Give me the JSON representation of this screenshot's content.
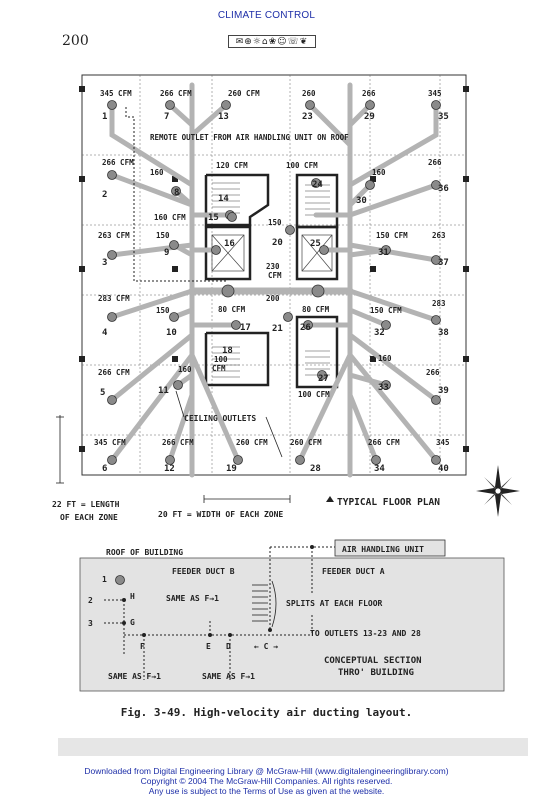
{
  "header": {
    "title": "CLIMATE CONTROL",
    "page_number": "200",
    "icons_strip": "✉⊕☼⌂❀☺☏❦"
  },
  "plan": {
    "remote_outlet": "REMOTE OUTLET FROM AIR HANDLING UNIT ON ROOF",
    "cfm_labels": [
      "345 CFM",
      "266 CFM",
      "260 CFM",
      "260",
      "266",
      "345",
      "266 CFM",
      "160",
      "120 CFM",
      "100 CFM",
      "160",
      "266",
      "160 CFM",
      "150",
      "263 CFM",
      "150",
      "230",
      "CFM",
      "150 CFM",
      "263",
      "283 CFM",
      "150",
      "80 CFM",
      "200",
      "80 CFM",
      "150 CFM",
      "283",
      "266 CFM",
      "160",
      "100",
      "CFM",
      "160",
      "266",
      "100 CFM",
      "345 CFM",
      "266 CFM",
      "260 CFM",
      "260 CFM",
      "266 CFM",
      "345"
    ],
    "outlet_numbers": [
      "1",
      "7",
      "13",
      "23",
      "29",
      "35",
      "2",
      "8",
      "14",
      "24",
      "30",
      "36",
      "15",
      "16",
      "20",
      "25",
      "3",
      "9",
      "31",
      "37",
      "4",
      "10",
      "17",
      "21",
      "26",
      "32",
      "38",
      "18",
      "5",
      "11",
      "27",
      "33",
      "39",
      "6",
      "12",
      "19",
      "28",
      "34",
      "40"
    ],
    "ceiling_outlets": "CEILING OUTLETS",
    "typical_floor_plan": "TYPICAL FLOOR PLAN",
    "zone_length": [
      "22 FT = LENGTH",
      "OF EACH ZONE"
    ],
    "zone_width": "20 FT = WIDTH OF EACH ZONE"
  },
  "section": {
    "roof_of_building": "ROOF OF BUILDING",
    "air_handling_unit": "AIR HANDLING UNIT",
    "feeder_duct_b": "FEEDER DUCT B",
    "feeder_duct_a": "FEEDER DUCT A",
    "same_as_f_1_top": "SAME AS F→1",
    "splits_at_each_floor": "SPLITS AT EACH FLOOR",
    "to_outlets": "TO OUTLETS 13-23 AND 28",
    "letters": [
      "1",
      "H",
      "2",
      "G",
      "3",
      "F",
      "E",
      "D",
      "← C →"
    ],
    "arrow2": "2",
    "arrow3": "3",
    "conceptual_section": [
      "CONCEPTUAL SECTION",
      "THRO' BUILDING"
    ],
    "same_as_left": "SAME AS F→1",
    "same_as_right": "SAME AS F→1"
  },
  "caption": "Fig. 3-49.  High-velocity air ducting layout.",
  "footer": {
    "line1": "Downloaded from Digital Engineering Library @ McGraw-Hill (www.digitalengineeringlibrary.com)",
    "line2": "Copyright © 2004 The McGraw-Hill Companies. All rights reserved.",
    "line3": "Any use is subject to the Terms of Use as given at the website."
  },
  "colors": {
    "duct": "#b3b3b3",
    "outlet": "#8a8a8a",
    "header_blue": "#1e2fa8",
    "section_bg": "#e3e3e3"
  },
  "icons": [
    "compass-rose-icon",
    "arrow-up-icon"
  ]
}
